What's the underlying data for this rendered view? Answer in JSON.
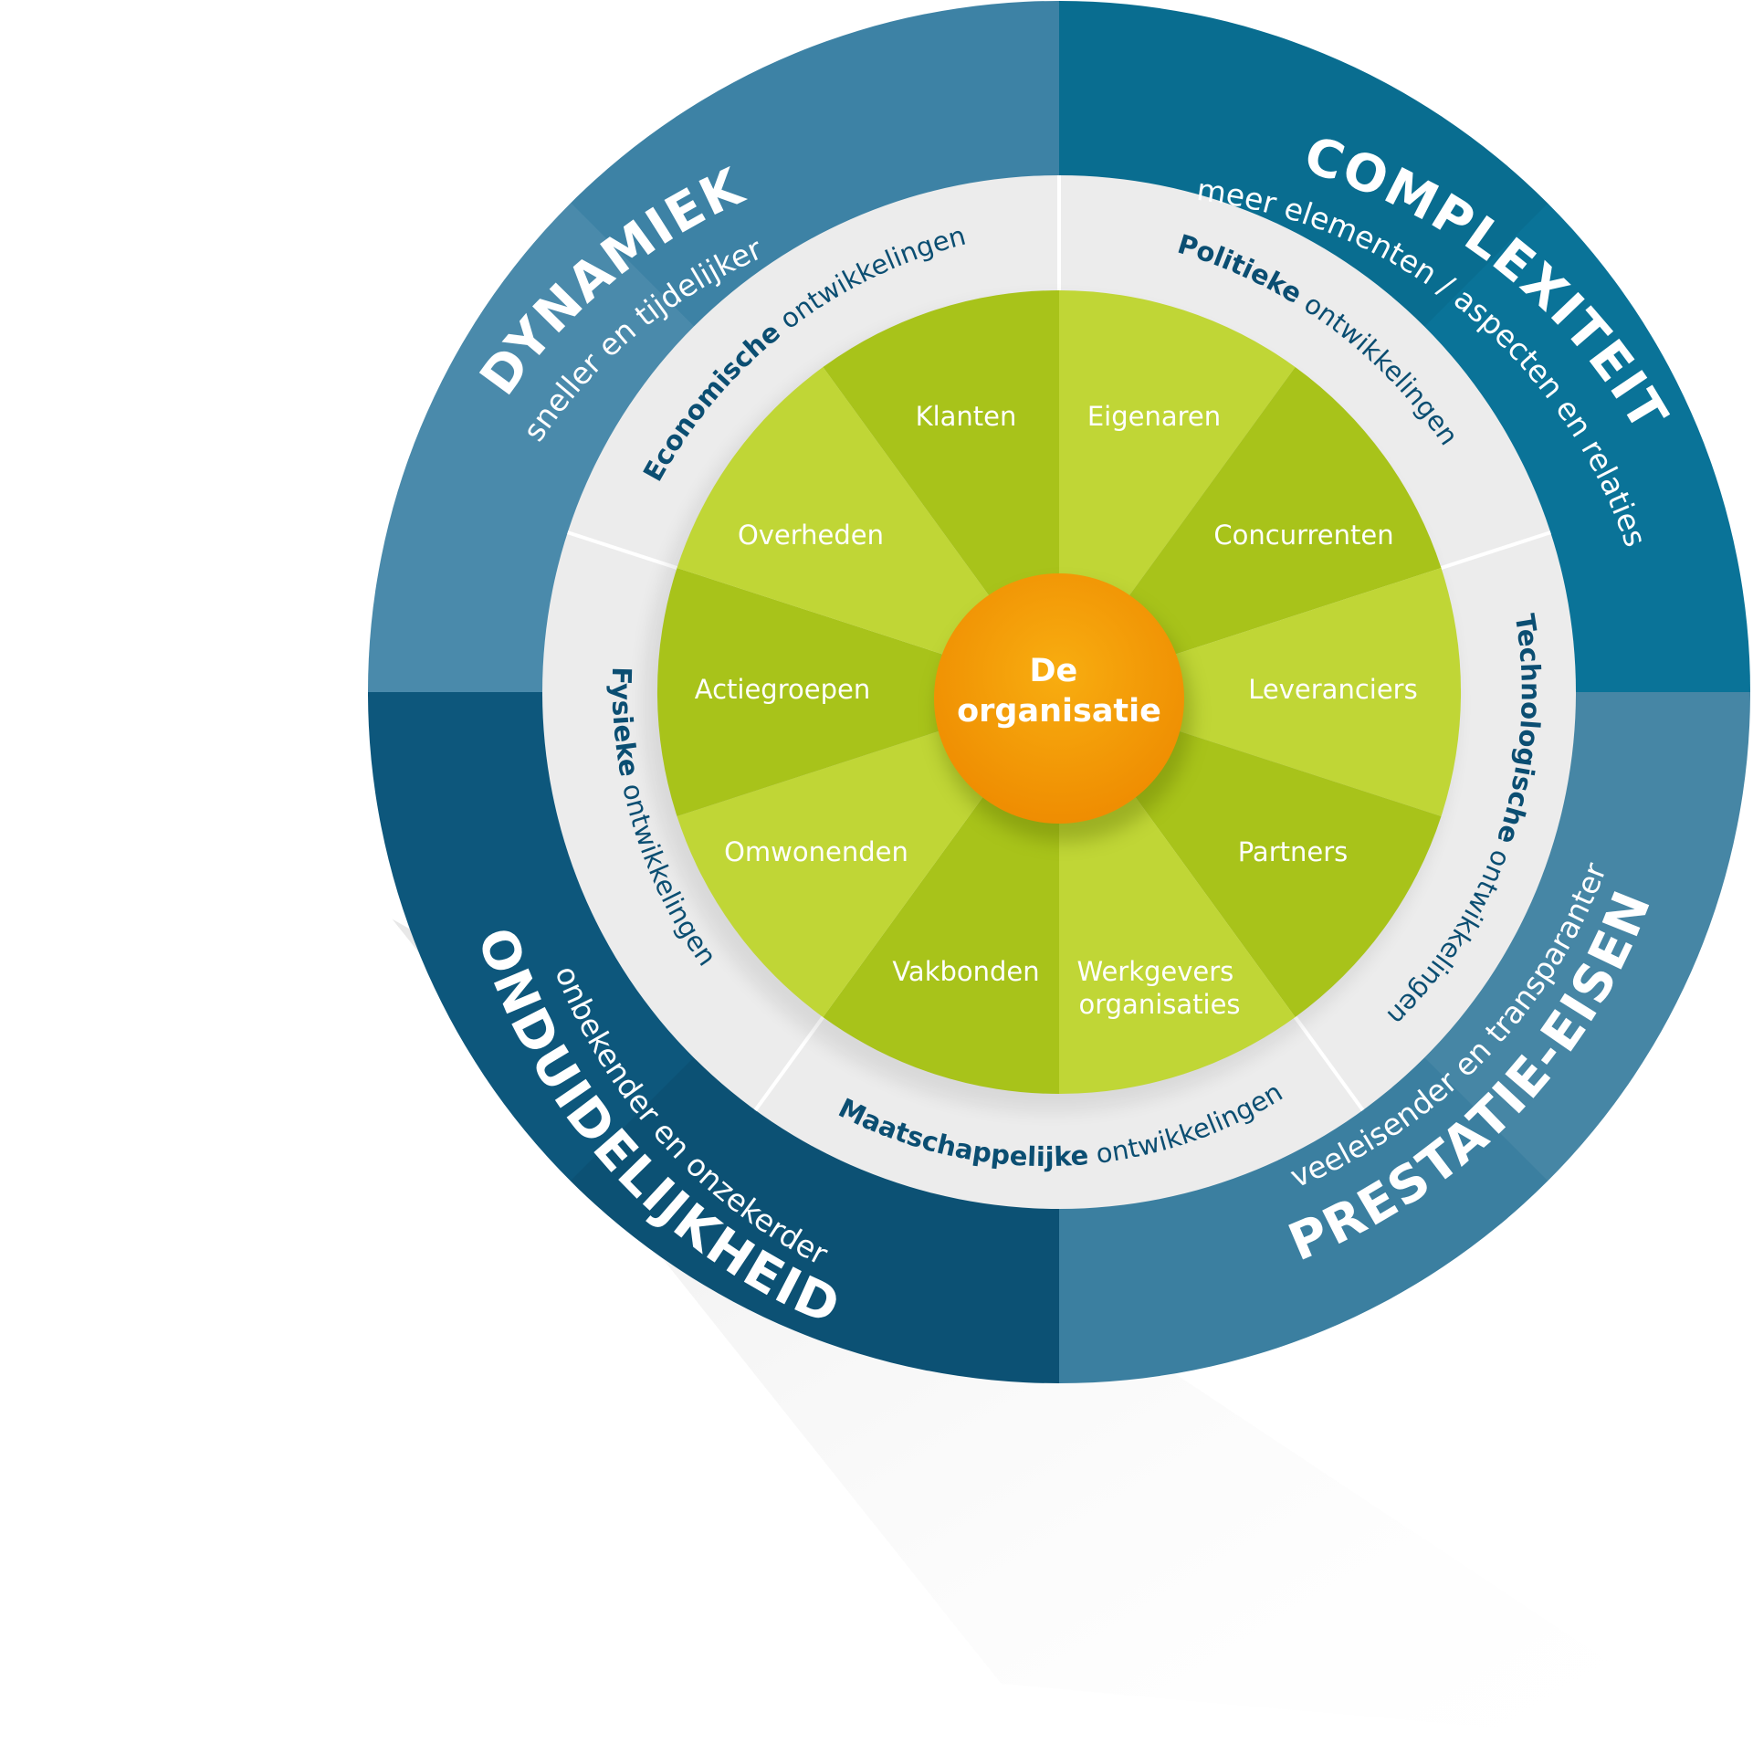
{
  "colors": {
    "quad_top_left": "#3d82a5",
    "quad_top_right": "#0a7398",
    "quad_bottom_left": "#0d577c",
    "quad_bottom_right": "#3b7fa0",
    "ring": "#ececec",
    "green_dark": "#a8c31a",
    "green_light": "#c0d636",
    "center": "#f29200",
    "ring_text": "#0b4e72"
  },
  "quadrants": [
    {
      "id": "tl",
      "title": "DYNAMIEK",
      "subtitle": "sneller en tijdelijker"
    },
    {
      "id": "tr",
      "title": "COMPLEXITEIT",
      "subtitle": "meer elementen / aspecten en relaties"
    },
    {
      "id": "br",
      "title": "PRESTATIE-EISEN",
      "subtitle": "veeleisender en transparanter"
    },
    {
      "id": "bl",
      "title": "ONDUIDELIJKHEID",
      "subtitle": "onbekender en onzekerder"
    }
  ],
  "developments": [
    {
      "id": "economisch",
      "bold": "Economische",
      "rest": " ontwikkelingen"
    },
    {
      "id": "politiek",
      "bold": "Politieke",
      "rest": " ontwikkelingen"
    },
    {
      "id": "technologisch",
      "bold": "Technologische",
      "rest": " ontwikkelingen"
    },
    {
      "id": "maatschappelijk",
      "bold": "Maatschappelijke",
      "rest": " ontwikkelingen"
    },
    {
      "id": "fysiek",
      "bold": "Fysieke",
      "rest": " ontwikkelingen"
    }
  ],
  "stakeholders": [
    {
      "id": "klanten",
      "lines": [
        "Klanten"
      ]
    },
    {
      "id": "eigenaren",
      "lines": [
        "Eigenaren"
      ]
    },
    {
      "id": "concurrenten",
      "lines": [
        "Concurrenten"
      ]
    },
    {
      "id": "leveranciers",
      "lines": [
        "Leveranciers"
      ]
    },
    {
      "id": "partners",
      "lines": [
        "Partners"
      ]
    },
    {
      "id": "werkgevers",
      "lines": [
        "Werkgevers",
        "organisaties"
      ]
    },
    {
      "id": "vakbonden",
      "lines": [
        "Vakbonden"
      ]
    },
    {
      "id": "omwonenden",
      "lines": [
        "Omwonenden"
      ]
    },
    {
      "id": "actiegroepen",
      "lines": [
        "Actiegroepen"
      ]
    },
    {
      "id": "overheden",
      "lines": [
        "Overheden"
      ]
    }
  ],
  "center": {
    "line1": "De",
    "line2": "organisatie"
  }
}
